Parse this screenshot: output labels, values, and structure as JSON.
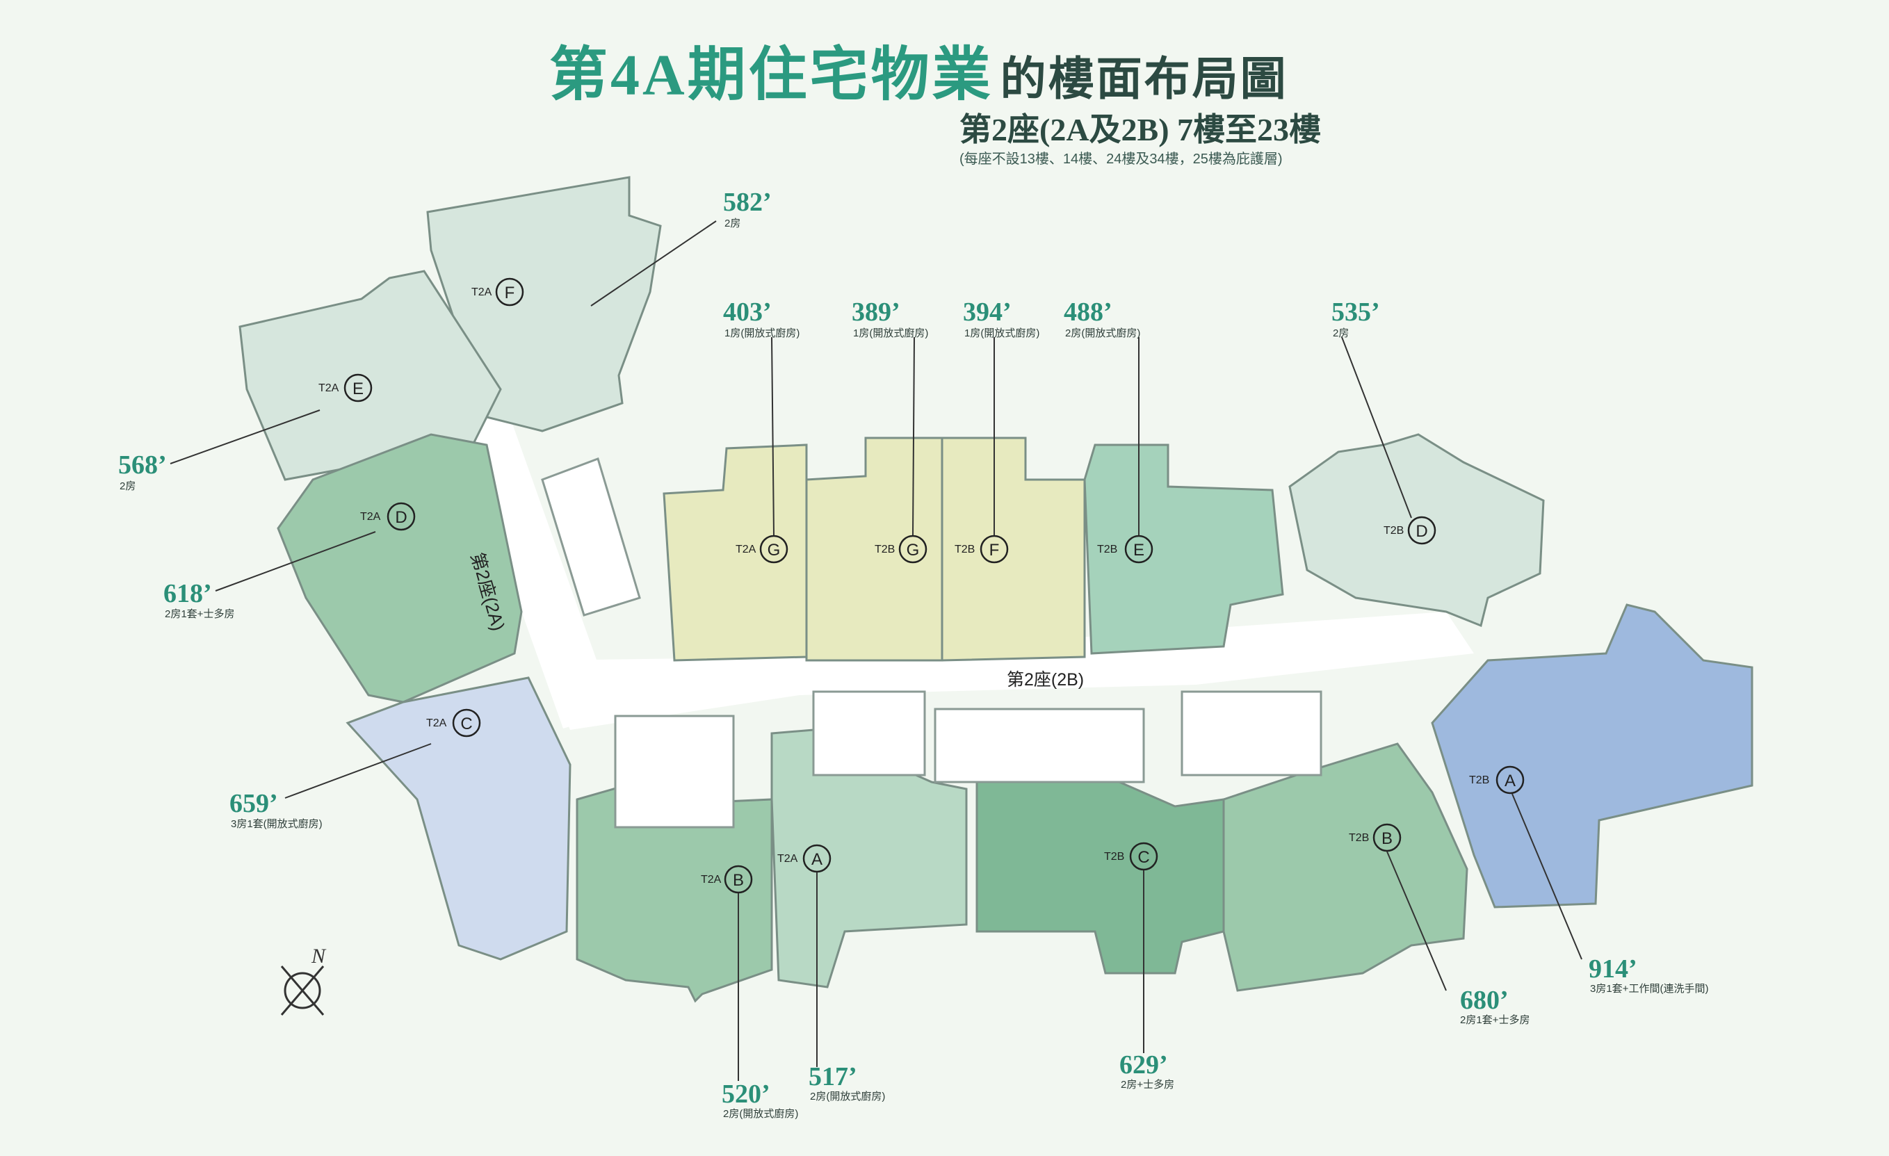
{
  "title": {
    "main": "第4A期住宅物業",
    "sub": "的樓面布局圖",
    "tower_floors": "第2座(2A及2B) 7樓至23樓",
    "note": "(每座不設13樓、14樓、24樓及34樓，25樓為庇護層)"
  },
  "corridors": {
    "tower_2a": "第2座(2A)",
    "tower_2b": "第2座(2B)"
  },
  "compass": {
    "north": "N"
  },
  "colors": {
    "pale_green": "#d6e6dd",
    "mid_green": "#9cc9ab",
    "deep_green": "#7fb896",
    "yellow": "#e7eabf",
    "light_blue": "#cfdbee",
    "blue": "#9eb9de",
    "teal_label": "#2b9a80"
  },
  "units": [
    {
      "id": "2a-f",
      "tower": "T2A",
      "letter": "F",
      "area": "582’",
      "type": "2房"
    },
    {
      "id": "2a-e",
      "tower": "T2A",
      "letter": "E",
      "area": "568’",
      "type": "2房"
    },
    {
      "id": "2a-d",
      "tower": "T2A",
      "letter": "D",
      "area": "618’",
      "type": "2房1套+士多房"
    },
    {
      "id": "2a-c",
      "tower": "T2A",
      "letter": "C",
      "area": "659’",
      "type": "3房1套(開放式廚房)"
    },
    {
      "id": "2a-b",
      "tower": "T2A",
      "letter": "B",
      "area": "520’",
      "type": "2房(開放式廚房)"
    },
    {
      "id": "2a-a",
      "tower": "T2A",
      "letter": "A",
      "area": "517’",
      "type": "2房(開放式廚房)"
    },
    {
      "id": "2a-g",
      "tower": "T2A",
      "letter": "G",
      "area": "403’",
      "type": "1房(開放式廚房)"
    },
    {
      "id": "2b-g",
      "tower": "T2B",
      "letter": "G",
      "area": "389’",
      "type": "1房(開放式廚房)"
    },
    {
      "id": "2b-f",
      "tower": "T2B",
      "letter": "F",
      "area": "394’",
      "type": "1房(開放式廚房)"
    },
    {
      "id": "2b-e",
      "tower": "T2B",
      "letter": "E",
      "area": "488’",
      "type": "2房(開放式廚房)"
    },
    {
      "id": "2b-d",
      "tower": "T2B",
      "letter": "D",
      "area": "535’",
      "type": "2房"
    },
    {
      "id": "2b-c",
      "tower": "T2B",
      "letter": "C",
      "area": "629’",
      "type": "2房+士多房"
    },
    {
      "id": "2b-b",
      "tower": "T2B",
      "letter": "B",
      "area": "680’",
      "type": "2房1套+士多房"
    },
    {
      "id": "2b-a",
      "tower": "T2B",
      "letter": "A",
      "area": "914’",
      "type": "3房1套+工作間(連洗手間)"
    }
  ]
}
